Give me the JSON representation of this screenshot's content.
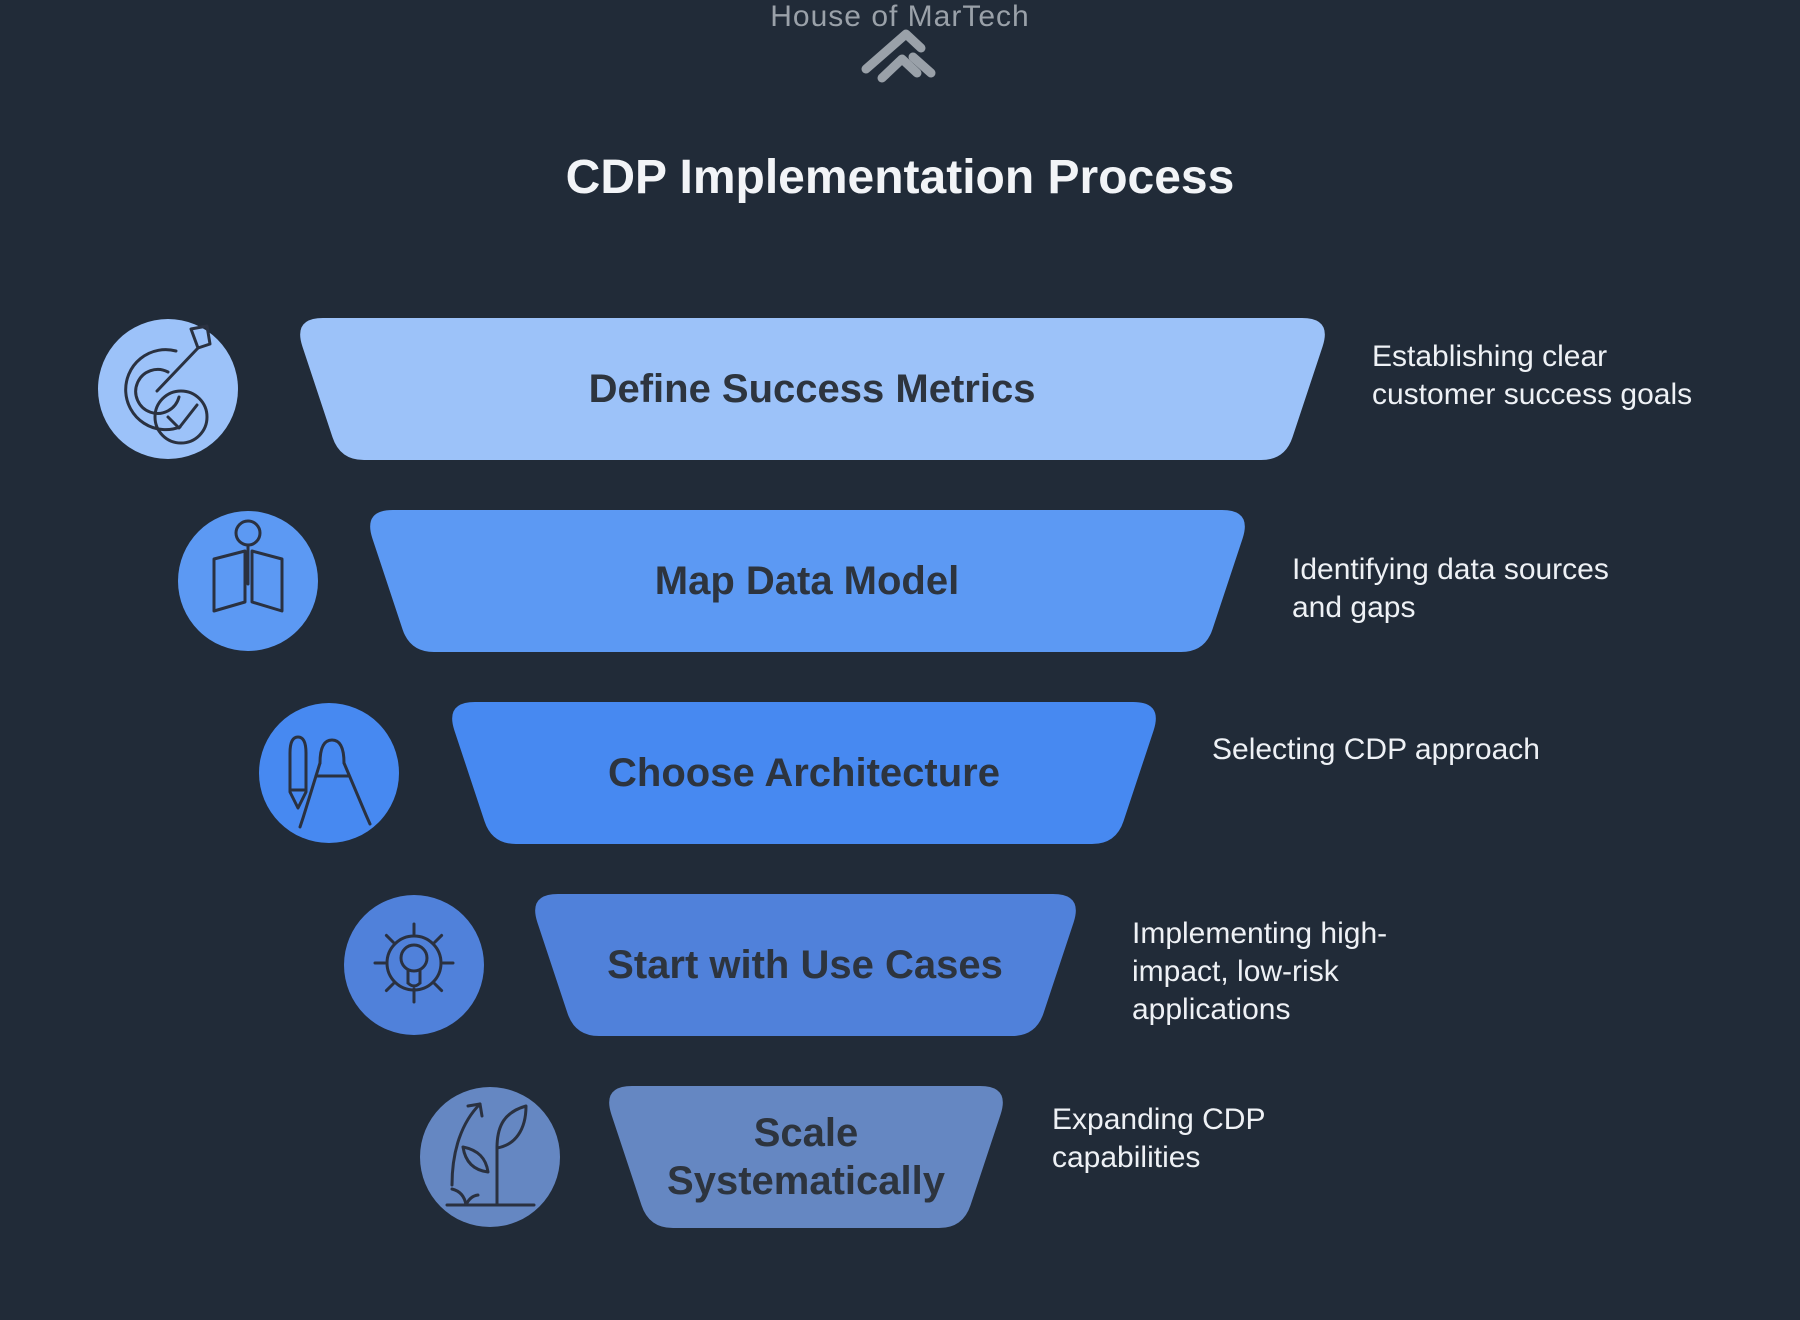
{
  "brand": {
    "name": "House of MarTech",
    "logo_icon": "double-chevron-roof-icon"
  },
  "title": "CDP Implementation Process",
  "colors": {
    "background": "#212b38",
    "step_label_text": "#2d343e",
    "description_text": "#eef1f5",
    "brand_gray": "#9aa1a9",
    "icon_line": "#2a3140"
  },
  "funnel": {
    "steps": [
      {
        "label": "Define Success Metrics",
        "description": "Establishing clear\ncustomer success goals",
        "icon": "target-arrow-check-icon",
        "color": "#9cc2f9"
      },
      {
        "label": "Map Data Model",
        "description": "Identifying data sources\nand gaps",
        "icon": "map-pin-icon",
        "color": "#5c99f3"
      },
      {
        "label": "Choose Architecture",
        "description": "Selecting CDP approach",
        "icon": "drafting-compass-icon",
        "color": "#4789f1"
      },
      {
        "label": "Start with Use Cases",
        "description": "Implementing high-\nimpact, low-risk\napplications",
        "icon": "gear-lightbulb-icon",
        "color": "#5081da"
      },
      {
        "label": "Scale\nSystematically",
        "description": "Expanding CDP\ncapabilities",
        "icon": "growth-plant-icon",
        "color": "#6587c2"
      }
    ]
  }
}
